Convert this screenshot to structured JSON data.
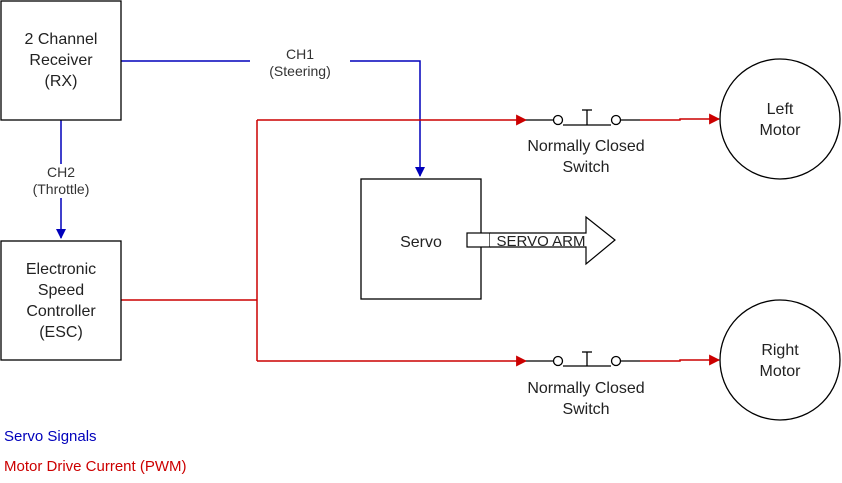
{
  "colors": {
    "servo": "#0000bb",
    "motor": "#cc0000",
    "stroke": "#000000",
    "text": "#222222"
  },
  "nodes": {
    "receiver": {
      "lines": [
        "2 Channel",
        "Receiver",
        "(RX)"
      ]
    },
    "esc": {
      "lines": [
        "Electronic",
        "Speed",
        "Controller",
        "(ESC)"
      ]
    },
    "servo": {
      "label": "Servo"
    },
    "servo_arm": {
      "label": "SERVO ARM"
    },
    "left_motor": {
      "lines": [
        "Left",
        "Motor"
      ]
    },
    "right_motor": {
      "lines": [
        "Right",
        "Motor"
      ]
    },
    "switch_top": {
      "lines": [
        "Normally Closed",
        "Switch"
      ]
    },
    "switch_bottom": {
      "lines": [
        "Normally Closed",
        "Switch"
      ]
    }
  },
  "edges": {
    "ch1": {
      "lines": [
        "CH1",
        "(Steering)"
      ]
    },
    "ch2": {
      "lines": [
        "CH2",
        "(Throttle)"
      ]
    }
  },
  "legend": {
    "servo_signals": "Servo Signals",
    "motor_current": "Motor Drive Current (PWM)"
  }
}
